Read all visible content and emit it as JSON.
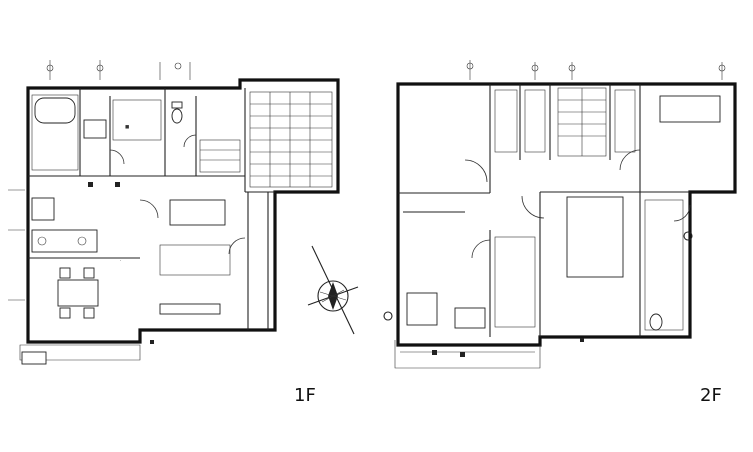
{
  "floors": [
    {
      "id": "1f",
      "label": "1F"
    },
    {
      "id": "2f",
      "label": "2F"
    }
  ]
}
